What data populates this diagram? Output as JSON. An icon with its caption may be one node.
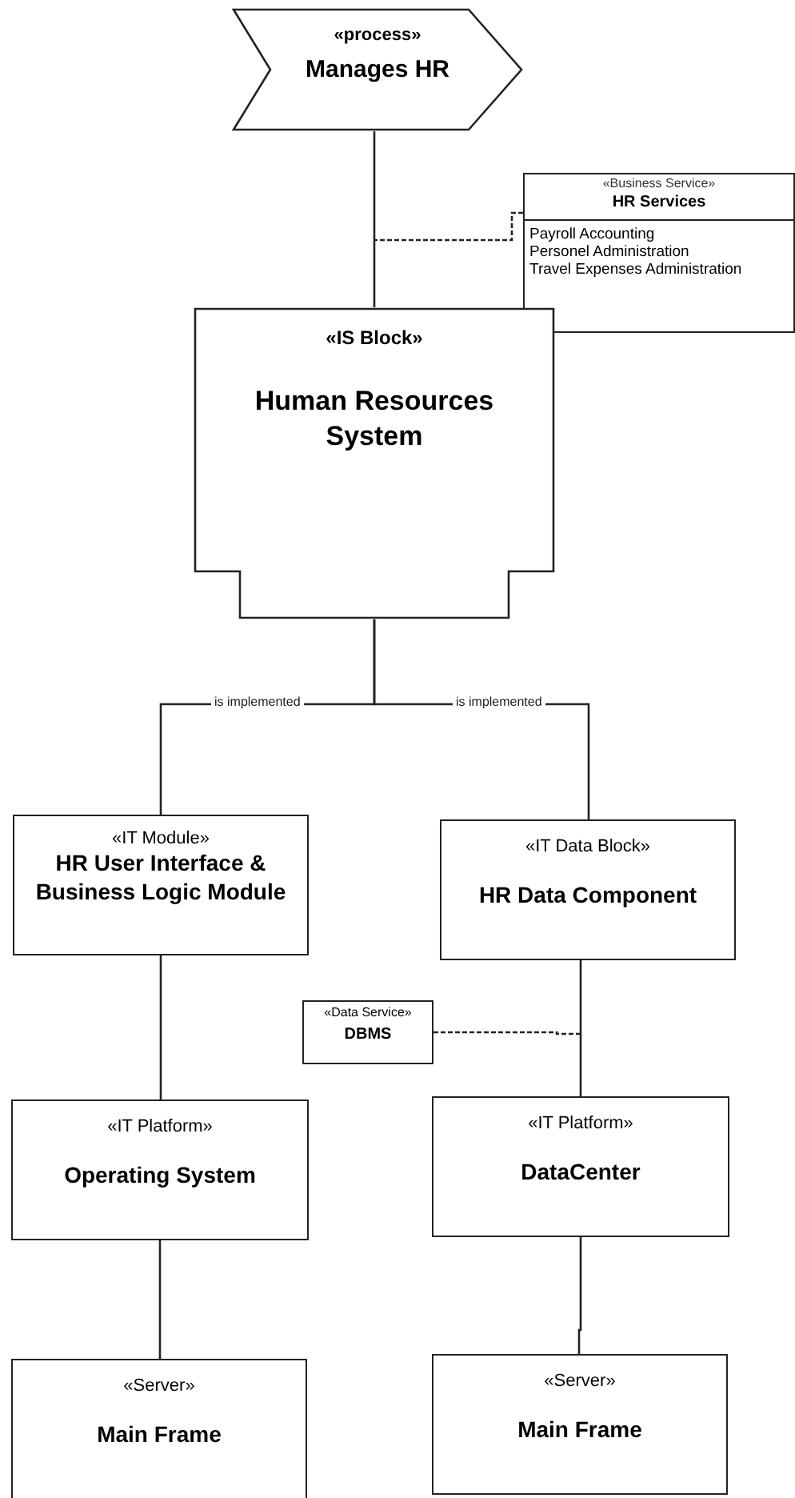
{
  "diagram": {
    "nodes": [
      {
        "text": [
          "«process»",
          "Manages HR"
        ]
      },
      {
        "text": [
          "«Business Service»",
          "HR Services",
          "Payroll Accounting",
          "Personel Administration",
          "Travel Expenses Administration"
        ]
      },
      {
        "text": [
          "«IS Block»",
          "Human Resources System"
        ]
      },
      {
        "text": [
          "«IT Module»",
          "HR User Interface & Business Logic Module"
        ]
      },
      {
        "text": [
          "«IT Data Block»",
          "HR Data Component"
        ]
      },
      {
        "text": [
          "«Data Service»",
          "DBMS"
        ]
      },
      {
        "text": [
          "«IT Platform»",
          "Operating System"
        ]
      },
      {
        "text": [
          "«IT Platform»",
          "DataCenter"
        ]
      },
      {
        "text": [
          "«Server»",
          "Main Frame"
        ]
      },
      {
        "text": [
          "«Server»",
          "Main Frame"
        ]
      }
    ],
    "edges": [
      {
        "from": 0,
        "to": 2,
        "arrow": "none"
      },
      {
        "from": 1,
        "to": null,
        "arrow": "none",
        "style": "dashed"
      },
      {
        "from": 2,
        "to": 3,
        "arrow": "none",
        "label": "is implemented"
      },
      {
        "from": 2,
        "to": 4,
        "arrow": "none",
        "label": "is implemented"
      },
      {
        "from": 3,
        "to": 6,
        "arrow": "none"
      },
      {
        "from": 4,
        "to": 7,
        "arrow": "none"
      },
      {
        "from": 5,
        "to": null,
        "arrow": "none",
        "style": "dashed"
      },
      {
        "from": 6,
        "to": 8,
        "arrow": "none"
      },
      {
        "from": 7,
        "to": 9,
        "arrow": "none"
      }
    ]
  }
}
